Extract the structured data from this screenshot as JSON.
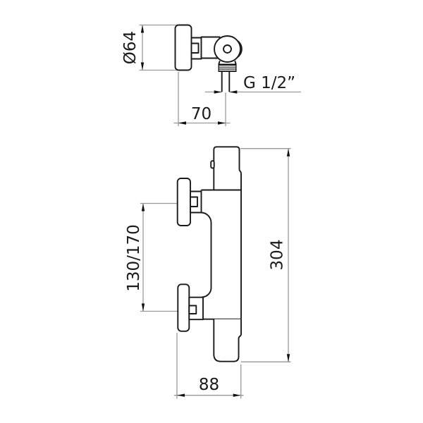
{
  "drawing": {
    "type": "technical-dimension-drawing",
    "subject": "thermostatic shower mixer valve",
    "views": {
      "top_view": {
        "dimensions": {
          "flange_diameter": {
            "label": "Ø64"
          },
          "wall_to_outlet": {
            "label": "70"
          },
          "thread_size": {
            "label": "G 1/2”"
          }
        }
      },
      "front_view": {
        "dimensions": {
          "connection_centers": {
            "label": "130/170"
          },
          "overall_height": {
            "label": "304"
          },
          "overall_depth": {
            "label": "88"
          }
        }
      }
    },
    "colors": {
      "background": "#ffffff",
      "outline": "#1a1a1a",
      "dimension_line": "#999999",
      "arrowhead": "#111111",
      "label_text": "#1a1a1a"
    }
  }
}
